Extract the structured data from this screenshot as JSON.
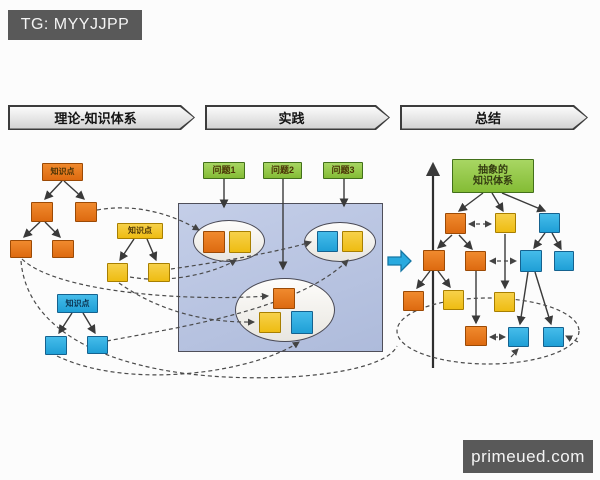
{
  "badges": {
    "tg": "TG: MYYJJPP",
    "watermark": "primeued.com"
  },
  "stages": [
    {
      "label": "理论-知识体系"
    },
    {
      "label": "实践"
    },
    {
      "label": "总结"
    }
  ],
  "theory": {
    "orange_root_label": "知识点",
    "yellow_root_label": "知识点",
    "blue_root_label": "知识点"
  },
  "practice": {
    "problems": [
      {
        "label": "问题1"
      },
      {
        "label": "问题2"
      },
      {
        "label": "问题3"
      }
    ]
  },
  "summary": {
    "abstract_line1": "抽象的",
    "abstract_line2": "知识体系"
  },
  "colors": {
    "orange": "#E8761A",
    "yellow": "#F2C41F",
    "blue": "#29AADF",
    "green": "#8CC63F",
    "panel": "#B9C4E1",
    "badge_bg": "#595959"
  }
}
